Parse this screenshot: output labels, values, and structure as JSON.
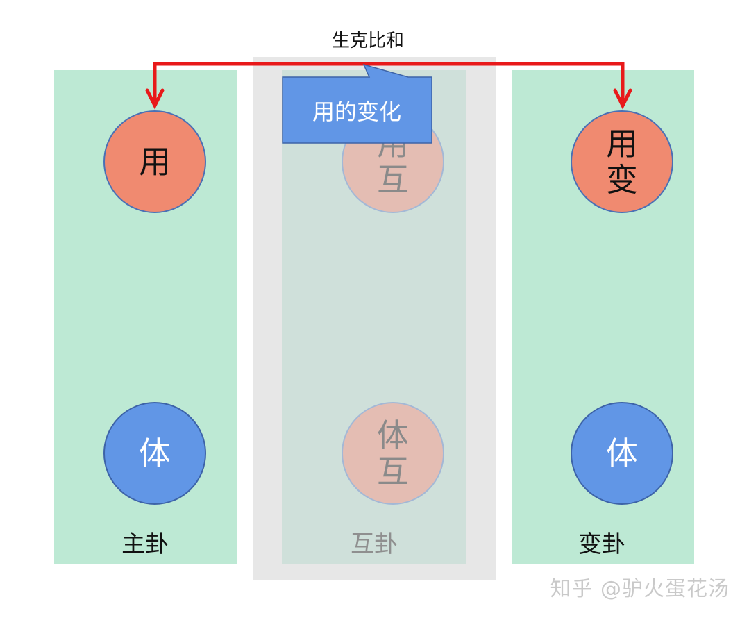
{
  "diagram": {
    "relation_label": "生克比和",
    "callout_label": "用的变化",
    "columns": [
      {
        "id": "main",
        "label": "主卦",
        "use_circle": [
          "用"
        ],
        "body_circle": [
          "体"
        ]
      },
      {
        "id": "mutual",
        "label": "互卦",
        "use_circle": [
          "用",
          "互"
        ],
        "body_circle": [
          "体",
          "互"
        ]
      },
      {
        "id": "changed",
        "label": "变卦",
        "use_circle": [
          "用",
          "变"
        ],
        "body_circle": [
          "体"
        ]
      }
    ],
    "colors": {
      "panel": "#bde9d4",
      "mutual_frame": "#e7e7e7",
      "mutual_panel": "#cfe0da",
      "use_circle": "#f08a70",
      "body_circle": "#6196e6",
      "arrow": "#e8191a",
      "callout": "#6196e6"
    }
  },
  "watermark": "知乎 @驴火蛋花汤"
}
